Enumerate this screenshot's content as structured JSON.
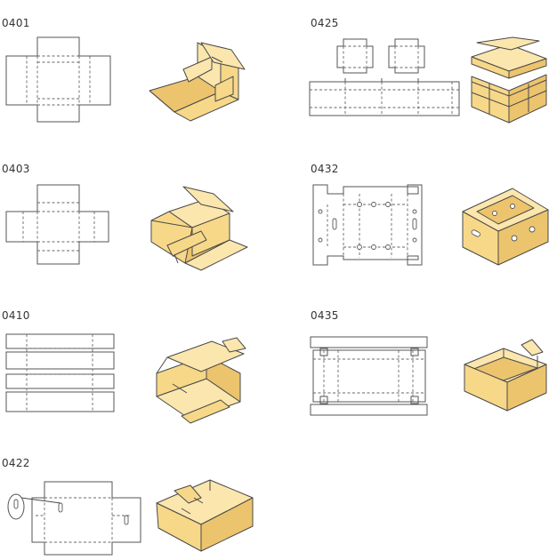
{
  "items": [
    {
      "code": "0401"
    },
    {
      "code": "0425"
    },
    {
      "code": "0403"
    },
    {
      "code": "0432"
    },
    {
      "code": "0410"
    },
    {
      "code": "0435"
    },
    {
      "code": "0422"
    }
  ],
  "colors": {
    "cardboard": "#f7d889",
    "cardboard_dark": "#ecc46d",
    "cardboard_light": "#fbe6ad",
    "line": "#4a4a4a"
  }
}
